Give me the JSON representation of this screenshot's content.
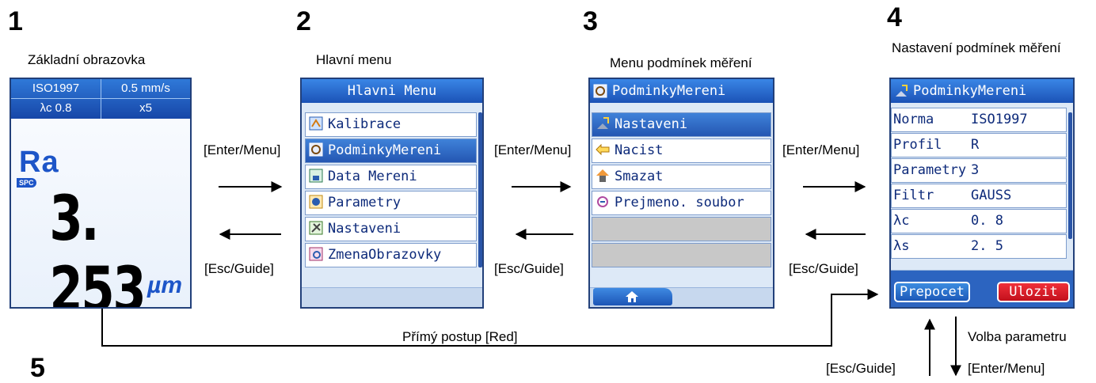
{
  "steps": {
    "s1": {
      "number": "1",
      "caption": "Základní obrazovka"
    },
    "s2": {
      "number": "2",
      "caption": "Hlavní menu"
    },
    "s3": {
      "number": "3",
      "caption": "Menu podmínek měření"
    },
    "s4": {
      "number": "4",
      "caption": "Nastavení podmínek měření"
    },
    "s5": {
      "number": "5"
    }
  },
  "screen1": {
    "standard": "ISO1997",
    "speed": "0.5 mm/s",
    "cutoff": "λc 0.8",
    "count": "x5",
    "parameter": "Ra",
    "spc_badge": "SPC",
    "value": "3. 253",
    "unit": "µm"
  },
  "screen2": {
    "title": "Hlavni Menu",
    "items": [
      {
        "label": "Kalibrace",
        "icon": "calibration-icon"
      },
      {
        "label": "PodminkyMereni",
        "icon": "conditions-icon"
      },
      {
        "label": "Data Mereni",
        "icon": "data-icon"
      },
      {
        "label": "Parametry",
        "icon": "parameters-icon"
      },
      {
        "label": "Nastaveni",
        "icon": "settings-icon"
      },
      {
        "label": "ZmenaObrazovky",
        "icon": "screen-change-icon"
      }
    ]
  },
  "screen3": {
    "title": "PodminkyMereni",
    "items": [
      {
        "label": "Nastaveni",
        "icon": "settings-icon"
      },
      {
        "label": "Nacist",
        "icon": "load-icon"
      },
      {
        "label": "Smazat",
        "icon": "delete-icon"
      },
      {
        "label": "Prejmeno. soubor",
        "icon": "rename-icon"
      }
    ],
    "home_icon": "home-icon"
  },
  "screen4": {
    "title": "PodminkyMereni",
    "rows": [
      {
        "label": "Norma",
        "value": "ISO1997"
      },
      {
        "label": "Profil",
        "value": "R"
      },
      {
        "label": "Parametry",
        "value": "3"
      },
      {
        "label": "Filtr",
        "value": "GAUSS"
      },
      {
        "label": "λc",
        "value": "0. 8"
      },
      {
        "label": "λs",
        "value": "2. 5"
      }
    ],
    "btn_left": "Prepocet",
    "btn_right": "Ulozit"
  },
  "navigation": {
    "enter_menu": "[Enter/Menu]",
    "esc_guide": "[Esc/Guide]",
    "direct": "Přímý postup [Red]",
    "param_select": "Volba parametru"
  },
  "colors": {
    "screen_blue": "#1d55c8",
    "header_blue": "#1b52b6",
    "accent_red": "#d81a26"
  }
}
